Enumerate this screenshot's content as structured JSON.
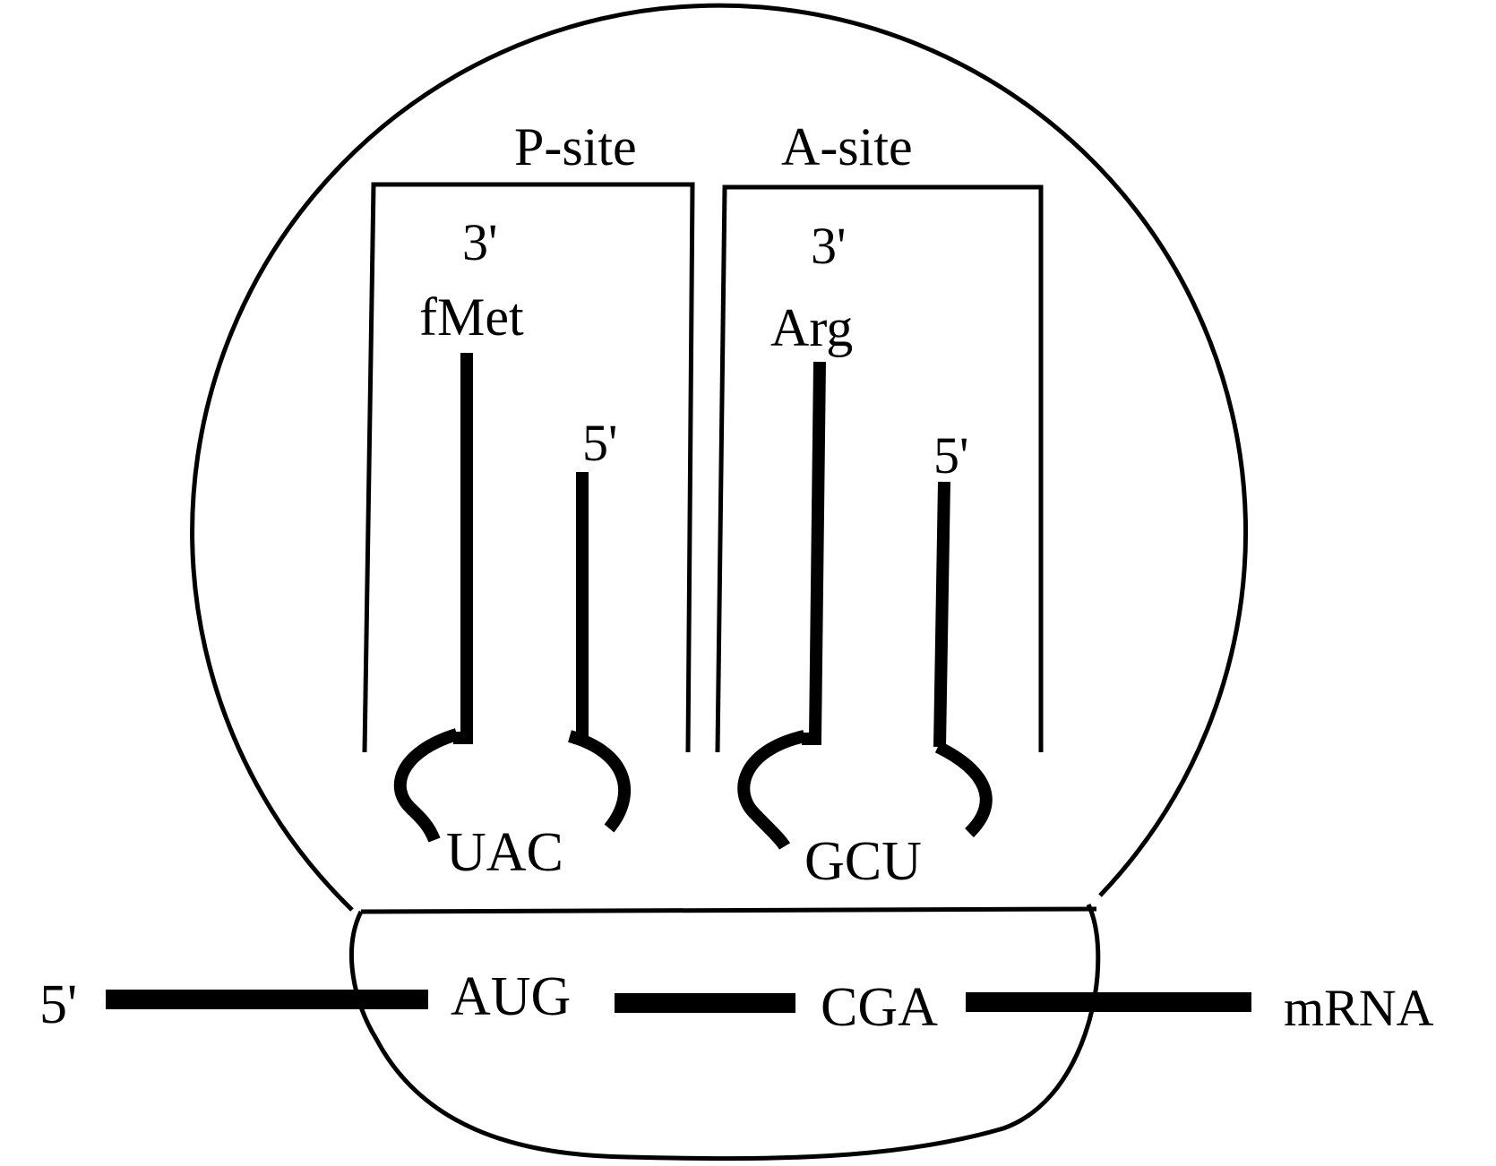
{
  "colors": {
    "ink": "#000000",
    "background": "#ffffff"
  },
  "sites": {
    "p_site": "P-site",
    "a_site": "A-site"
  },
  "p_trna": {
    "three_prime": "3'",
    "amino_acid": "fMet",
    "five_prime": "5'",
    "anticodon": "UAC"
  },
  "a_trna": {
    "three_prime": "3'",
    "amino_acid": "Arg",
    "five_prime": "5'",
    "anticodon": "GCU"
  },
  "mrna": {
    "five_prime": "5'",
    "codon_1": "AUG",
    "codon_2": "CGA",
    "label": "mRNA"
  }
}
